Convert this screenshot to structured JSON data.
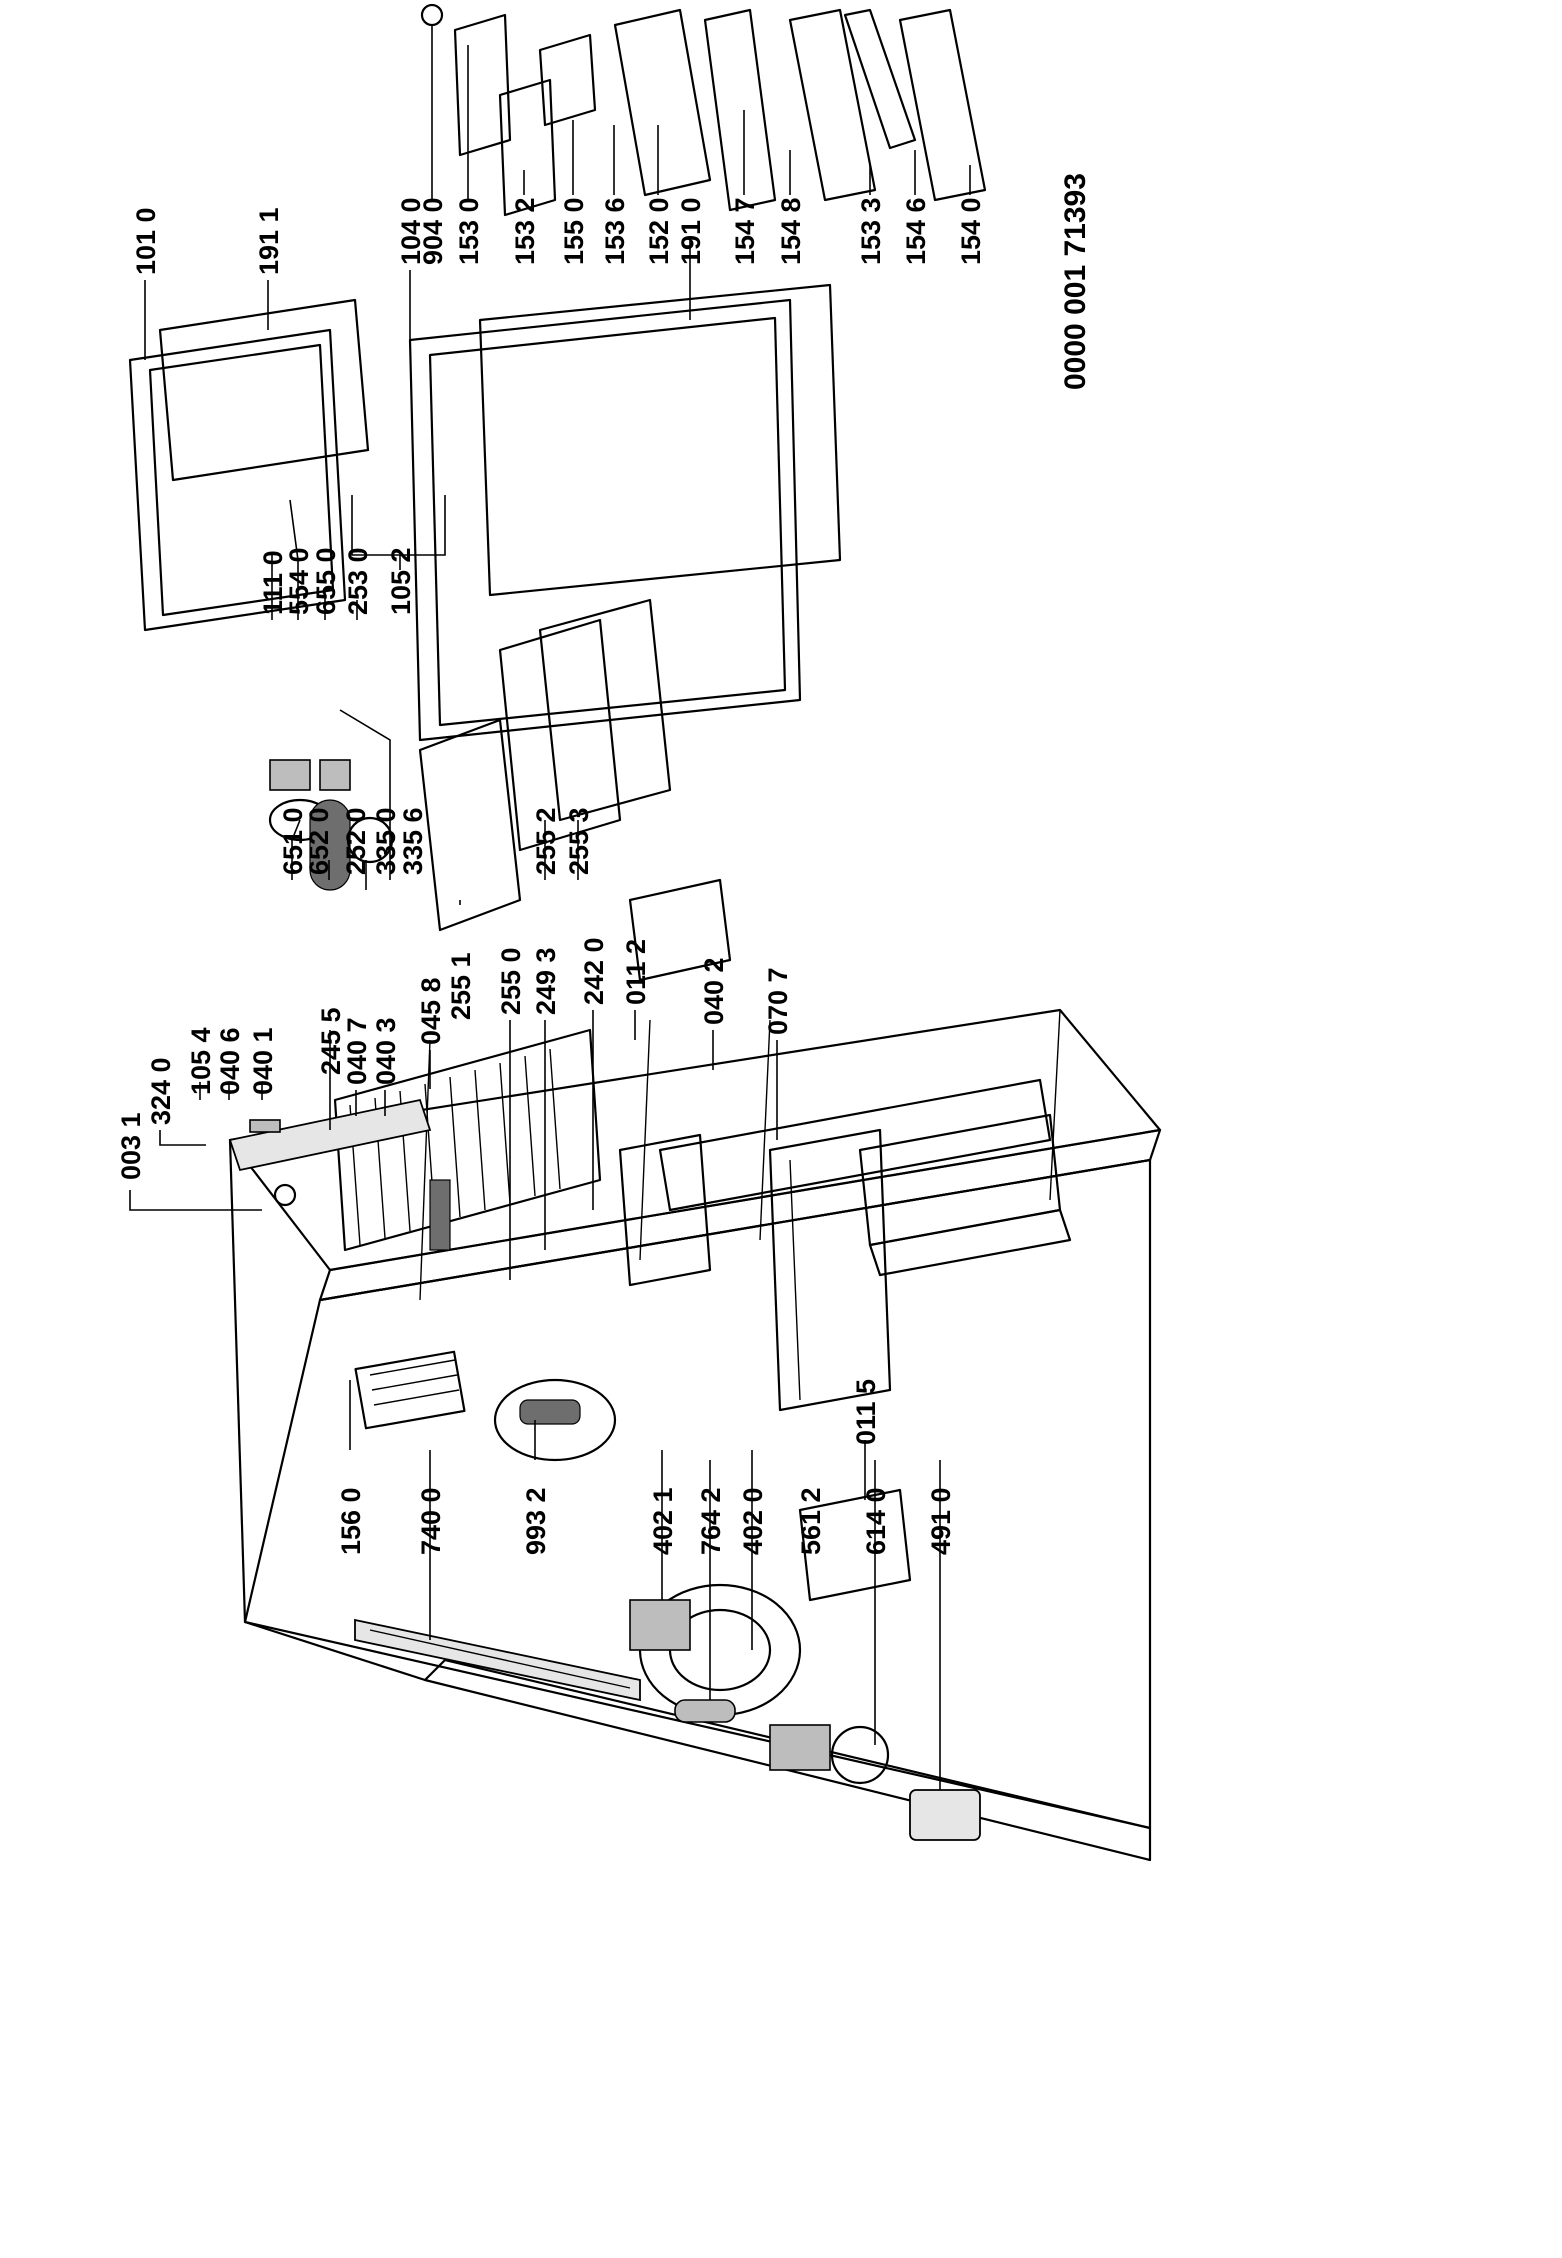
{
  "document_id": "0000 001 71393",
  "callouts": [
    {
      "code": "003 1"
    },
    {
      "code": "324 0"
    },
    {
      "code": "105 4"
    },
    {
      "code": "040 6"
    },
    {
      "code": "040 1"
    },
    {
      "code": "245 5"
    },
    {
      "code": "040 7"
    },
    {
      "code": "040 3"
    },
    {
      "code": "045 8"
    },
    {
      "code": "255 1"
    },
    {
      "code": "255 0"
    },
    {
      "code": "249 3"
    },
    {
      "code": "242 0"
    },
    {
      "code": "011 2"
    },
    {
      "code": "040 2"
    },
    {
      "code": "070 7"
    },
    {
      "code": "651 0"
    },
    {
      "code": "652 0"
    },
    {
      "code": "252 0"
    },
    {
      "code": "335 0"
    },
    {
      "code": "335 6"
    },
    {
      "code": "255 2"
    },
    {
      "code": "255 3"
    },
    {
      "code": "111 0"
    },
    {
      "code": "554 0"
    },
    {
      "code": "655 0"
    },
    {
      "code": "253 0"
    },
    {
      "code": "105 2"
    },
    {
      "code": "101 0"
    },
    {
      "code": "191 1"
    },
    {
      "code": "104 0"
    },
    {
      "code": "904 0"
    },
    {
      "code": "153 0"
    },
    {
      "code": "153 2"
    },
    {
      "code": "155 0"
    },
    {
      "code": "153 6"
    },
    {
      "code": "152 0"
    },
    {
      "code": "191 0"
    },
    {
      "code": "154 7"
    },
    {
      "code": "154 8"
    },
    {
      "code": "153 3"
    },
    {
      "code": "154 6"
    },
    {
      "code": "154 0"
    },
    {
      "code": "156 0"
    },
    {
      "code": "740 0"
    },
    {
      "code": "993 2"
    },
    {
      "code": "402 1"
    },
    {
      "code": "764 2"
    },
    {
      "code": "402 0"
    },
    {
      "code": "561 2"
    },
    {
      "code": "614 0"
    },
    {
      "code": "491 0"
    },
    {
      "code": "011 5"
    }
  ]
}
